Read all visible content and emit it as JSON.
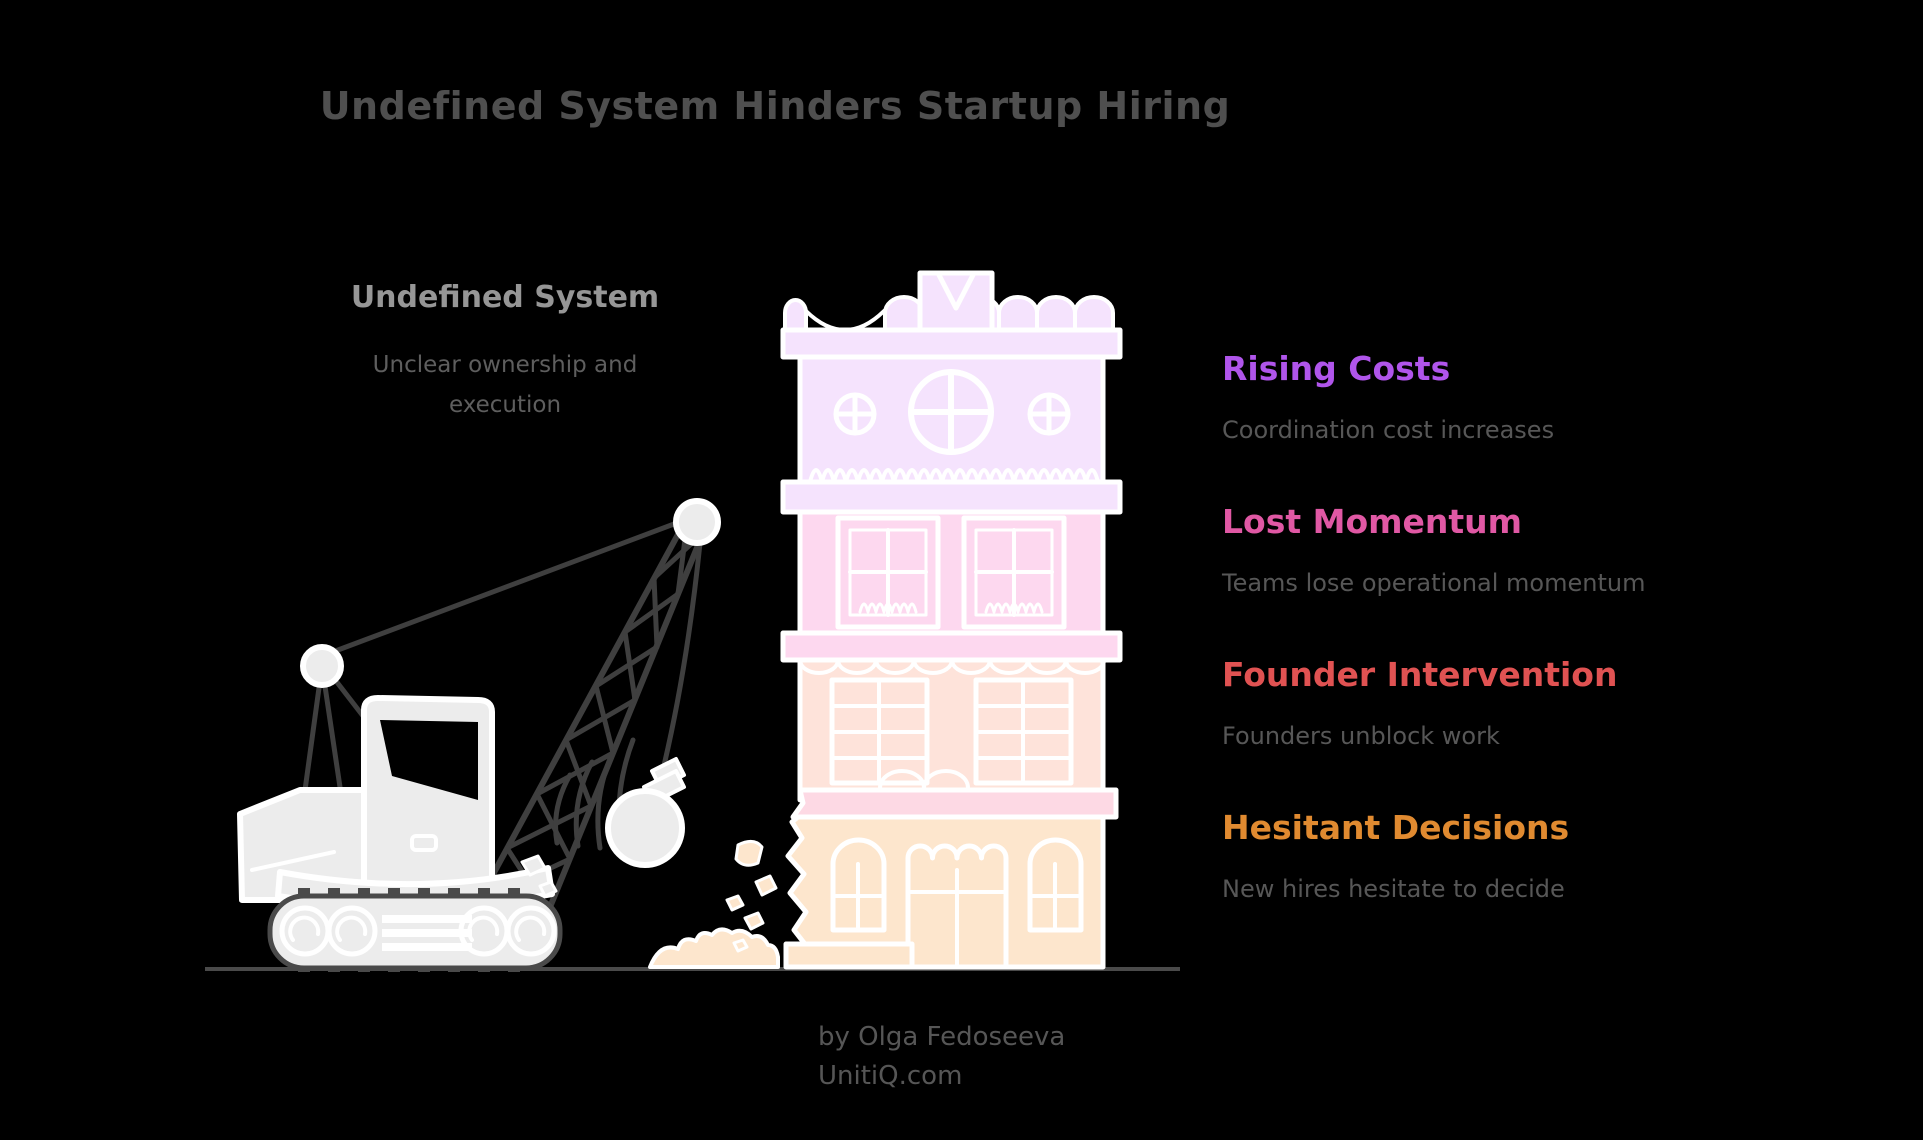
{
  "header": {
    "title": "Undefined System Hinders Startup Hiring"
  },
  "problem": {
    "heading": "Undefined System",
    "description": "Unclear ownership and\nexecution"
  },
  "consequences": {
    "items": [
      {
        "title": "Rising Costs",
        "description": "Coordination cost increases",
        "color": "#b055eb"
      },
      {
        "title": "Lost Momentum",
        "description": "Teams lose operational momentum",
        "color": "#e058a4"
      },
      {
        "title": "Founder Intervention",
        "description": "Founders unblock work",
        "color": "#e05252"
      },
      {
        "title": "Hesitant Decisions",
        "description": "New hires hesitate to decide",
        "color": "#e08a30"
      }
    ]
  },
  "credit": {
    "byline": "by Olga Fedoseeva",
    "site": "UnitiQ.com"
  },
  "illustration": {
    "icons": [
      "wrecking-crane-icon",
      "wrecking-ball-icon",
      "building-icon",
      "debris-icon",
      "ground-icon"
    ],
    "colors": {
      "background": "#000000",
      "title_text": "#4f4f4f",
      "label_text": "#969696",
      "muted_text": "#575757",
      "machine_light": "#ececec",
      "machine_dark": "#3f3f3f",
      "ground": "#4a4a4a",
      "floor_lavender": "#f5e3fd",
      "floor_pink": "#fdd8ef",
      "floor_blush": "#fee3da",
      "floor_peach": "#fde6cd",
      "band_rose": "#fdd9e4"
    }
  }
}
